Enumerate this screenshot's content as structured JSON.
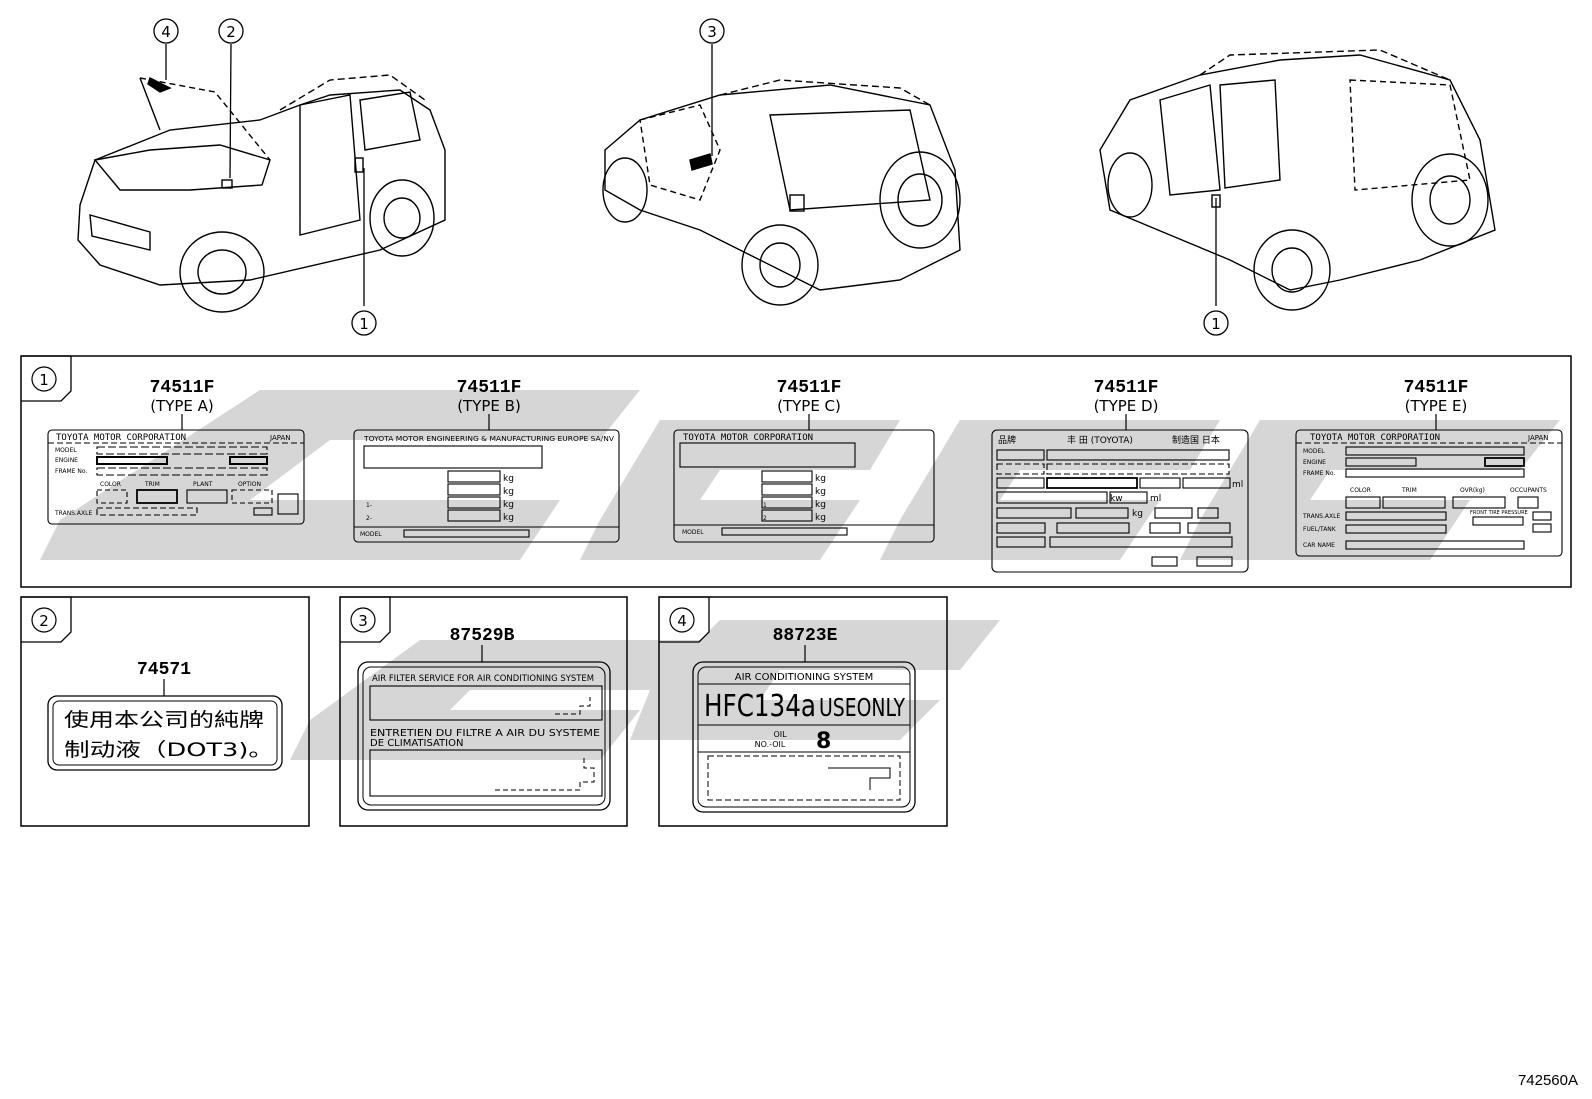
{
  "callouts": {
    "c1": "1",
    "c2": "2",
    "c3": "3",
    "c4": "4"
  },
  "panel1": {
    "labels": [
      {
        "part": "74511F",
        "type": "(TYPE A)",
        "header": "TOYOTA MOTOR CORPORATION",
        "header_right": "JAPAN",
        "rows": [
          "MODEL",
          "ENGINE",
          "FRAME No."
        ],
        "subrow": [
          "COLOR",
          "TRIM",
          "PLANT",
          "OPTION"
        ],
        "footer": "TRANS.AXLE"
      },
      {
        "part": "74511F",
        "type": "(TYPE B)",
        "header": "TOYOTA MOTOR ENGINEERING & MANUFACTURING EUROPE SA/NV",
        "unit": "kg",
        "axles": [
          "1-",
          "2-"
        ],
        "footer": "MODEL"
      },
      {
        "part": "74511F",
        "type": "(TYPE C)",
        "header": "TOYOTA MOTOR CORPORATION",
        "unit": "kg",
        "axles": [
          "1",
          "2"
        ],
        "footer": "MODEL"
      },
      {
        "part": "74511F",
        "type": "(TYPE D)",
        "header_left": "品牌",
        "header_mid": "丰 田 (TOYOTA)",
        "header_right": "制造国 日本",
        "unit_ml": "ml",
        "unit_kw": "kw",
        "unit_ml2": "ml",
        "unit_kg": "kg"
      },
      {
        "part": "74511F",
        "type": "(TYPE E)",
        "header": "TOYOTA MOTOR CORPORATION",
        "header_right": "JAPAN",
        "rows": [
          "MODEL",
          "ENGINE",
          "FRAME No."
        ],
        "subrow": [
          "COLOR",
          "TRIM",
          "OVR(kg)",
          "OCCUPANTS"
        ],
        "rows2": [
          "TRANS.AXLE",
          "FUEL/TANK",
          "CAR NAME"
        ],
        "side": "FRONT TIRE PRESSURE"
      }
    ]
  },
  "panel2": {
    "part": "74571",
    "line1": "使用本公司的純牌",
    "line2": "制动液（DOT3)。"
  },
  "panel3": {
    "part": "87529B",
    "line1": "AIR FILTER SERVICE FOR AIR CONDITIONING SYSTEM",
    "line2": "ENTRETIEN DU FILTRE A AIR DU SYSTEME",
    "line3": "DE CLIMATISATION"
  },
  "panel4": {
    "part": "88723E",
    "title": "AIR CONDITIONING SYSTEM",
    "refrigerant": "HFC134a",
    "use_only": "USEONLY",
    "oil": "OIL",
    "oil_no": "NO.-OIL",
    "oil_value": "8"
  },
  "figure_id": "742560A"
}
